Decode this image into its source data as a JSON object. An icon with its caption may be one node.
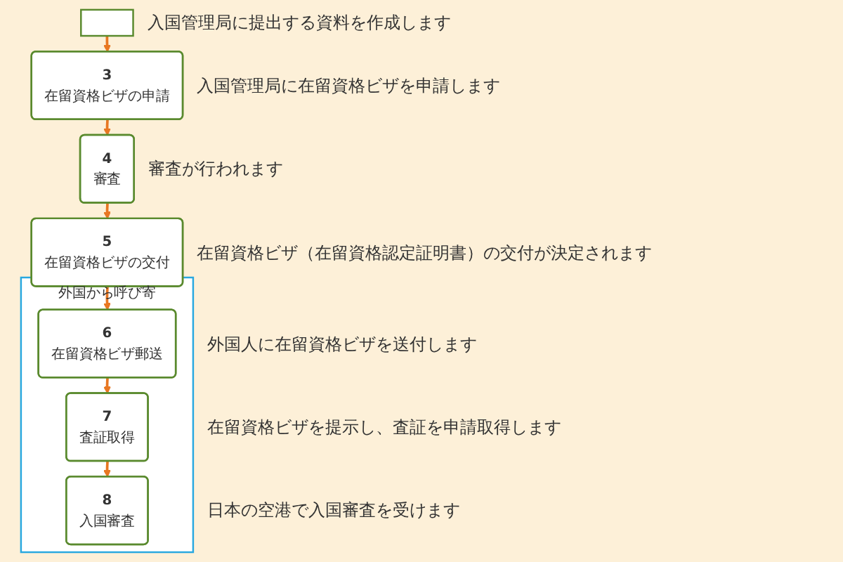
{
  "diagram": {
    "nodes": [
      {
        "text": [],
        "shape": "box",
        "beside": [
          "入国管理局に提出する資料を作成します"
        ]
      },
      {
        "text": [
          "3",
          "在留資格ビザの申請"
        ],
        "beside": [
          "入国管理局に在留資格ビザを申請します"
        ]
      },
      {
        "text": [
          "4",
          "審査"
        ],
        "beside": [
          "審査が行われます"
        ]
      },
      {
        "text": [
          "5",
          "在留資格ビザの交付"
        ],
        "beside": [
          "在留資格ビザ（在留資格認定証明書）の交付が決定されます"
        ]
      },
      {
        "text": [
          "外国から呼び寄"
        ]
      },
      {
        "text": [
          "6",
          "在留資格ビザ郵送"
        ],
        "in": 4,
        "beside": [
          "外国人に在留資格ビザを送付します"
        ]
      },
      {
        "text": [
          "7",
          "査証取得"
        ],
        "in": 4,
        "beside": [
          "在留資格ビザを提示し、査証を申請取得します"
        ]
      },
      {
        "text": [
          "8",
          "入国審査"
        ],
        "in": 4,
        "beside": [
          "日本の空港で入国審査を受けます"
        ]
      }
    ],
    "edges": [
      {
        "from": 0,
        "to": 1,
        "arrow": "to"
      },
      {
        "from": 1,
        "to": 2,
        "arrow": "to"
      },
      {
        "from": 2,
        "to": 3,
        "arrow": "to"
      },
      {
        "from": 3,
        "to": 5,
        "arrow": "to"
      },
      {
        "from": 5,
        "to": 6,
        "arrow": "to"
      },
      {
        "from": 6,
        "to": 7,
        "arrow": "to"
      }
    ]
  }
}
